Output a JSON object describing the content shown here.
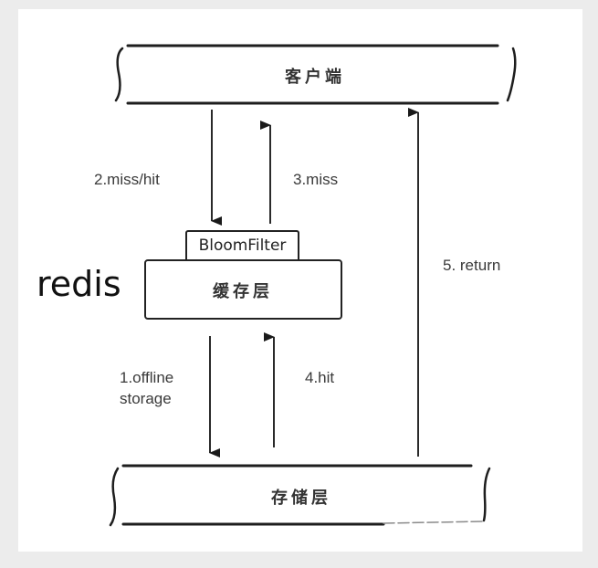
{
  "diagram": {
    "type": "cache architecture with bloom filter",
    "layers": {
      "client": {
        "label": "客户端"
      },
      "cache": {
        "label": "缓存层",
        "side_label": "redis",
        "filter_label": "BloomFilter"
      },
      "storage": {
        "label": "存储层"
      }
    },
    "flows": [
      {
        "id": "1",
        "label_line1": "1.offline",
        "label_line2": "storage",
        "from": "cache",
        "to": "storage",
        "direction": "down"
      },
      {
        "id": "2",
        "label": "2.miss/hit",
        "from": "client",
        "to": "cache",
        "direction": "down"
      },
      {
        "id": "3",
        "label": "3.miss",
        "from": "cache",
        "to": "client",
        "direction": "up"
      },
      {
        "id": "4",
        "label": "4.hit",
        "from": "storage",
        "to": "cache",
        "direction": "up"
      },
      {
        "id": "5",
        "label": "5. return",
        "from": "storage",
        "to": "client",
        "direction": "up"
      }
    ]
  },
  "colors": {
    "page_background": "#ececec",
    "card_background": "#ffffff",
    "stroke": "#1e1e1e",
    "text": "#333333"
  }
}
